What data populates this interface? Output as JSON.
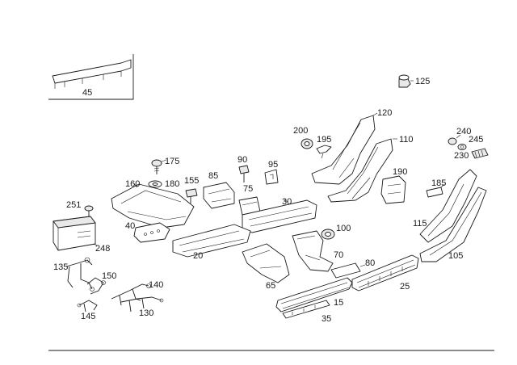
{
  "inset": {
    "label": "45"
  },
  "labels": {
    "l125": "125",
    "l120": "120",
    "l110": "110",
    "l200": "200",
    "l195": "195",
    "l240": "240",
    "l245": "245",
    "l230": "230",
    "l175": "175",
    "l90": "90",
    "l95": "95",
    "l180": "180",
    "l155": "155",
    "l85": "85",
    "l75": "75",
    "l160": "160",
    "l190": "190",
    "l185": "185",
    "l30": "30",
    "l251": "251",
    "l40": "40",
    "l100": "100",
    "l115": "115",
    "l248": "248",
    "l20": "20",
    "l70": "70",
    "l105": "105",
    "l80": "80",
    "l135": "135",
    "l150": "150",
    "l65": "65",
    "l25": "25",
    "l140": "140",
    "l15": "15",
    "l130": "130",
    "l145": "145",
    "l35": "35"
  },
  "colors": {
    "ink": "#1a1a1a",
    "paper": "#ffffff",
    "shade": "#e9e9e9"
  }
}
